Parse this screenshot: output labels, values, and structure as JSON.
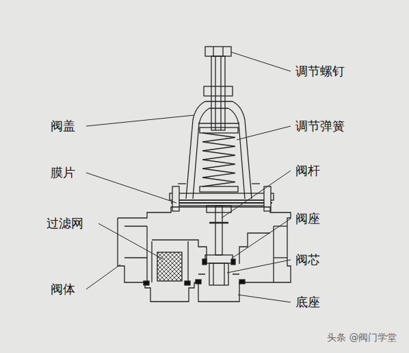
{
  "diagram": {
    "labels": [
      "调节螺钉",
      "阀盖",
      "调节弹簧",
      "膜片",
      "阀杆",
      "过滤网",
      "阀座",
      "阀芯",
      "阀体",
      "底座",
      "头条 @阀门学堂"
    ]
  }
}
